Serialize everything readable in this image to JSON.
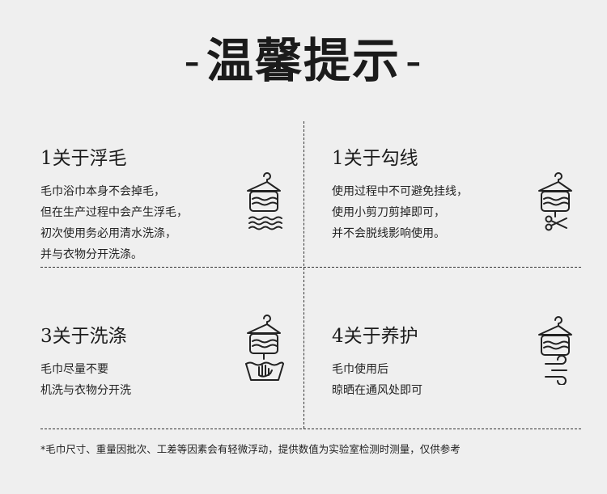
{
  "header": {
    "dash_left": "-",
    "title": "温馨提示",
    "dash_right": "-"
  },
  "sections": [
    {
      "title": "1关于浮毛",
      "lines": [
        "毛巾浴巾本身不会掉毛，",
        "但在生产过程中会产生浮毛，",
        "初次使用务必用清水洗涤，",
        "并与衣物分开洗涤。"
      ],
      "icon": "towel-wave-icon"
    },
    {
      "title": "1关于勾线",
      "lines": [
        "使用过程中不可避免挂线，",
        "使用小剪刀剪掉即可，",
        "并不会脱线影响使用。"
      ],
      "icon": "towel-scissors-icon"
    },
    {
      "title": "3关于洗涤",
      "lines": [
        "毛巾尽量不要",
        "机洗与衣物分开洗"
      ],
      "icon": "towel-handwash-icon"
    },
    {
      "title": "4关于养护",
      "lines": [
        "毛巾使用后",
        "晾晒在通风处即可"
      ],
      "icon": "towel-wind-icon"
    }
  ],
  "footnote": "*毛巾尺寸、重量因批次、工差等因素会有轻微浮动，提供数值为实验室检测时测量，仅供参考"
}
